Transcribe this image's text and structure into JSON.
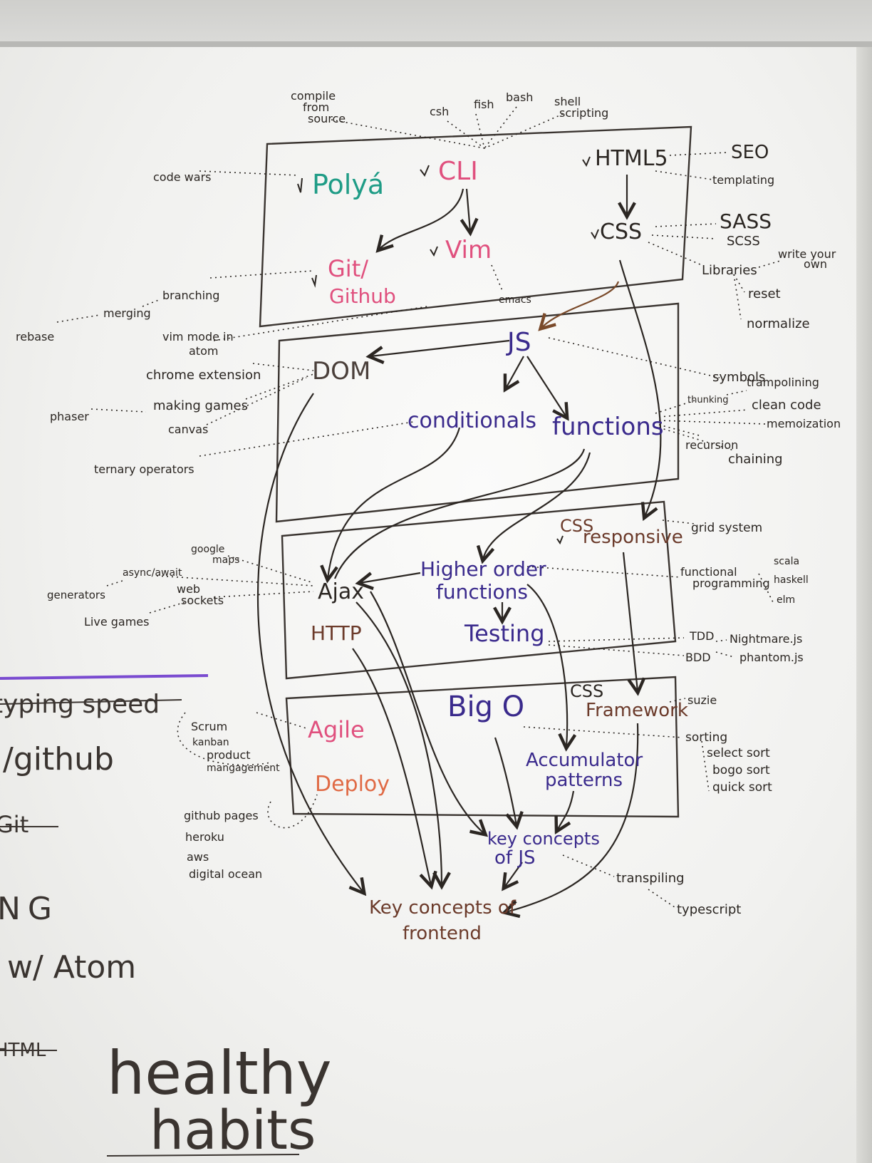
{
  "colors": {
    "ink_black": "#2b2622",
    "ink_teal": "#1f9c86",
    "ink_pink": "#e0507e",
    "ink_purple": "#3a2a8c",
    "ink_brown": "#6b3a2a",
    "ink_orange": "#e06a45",
    "ink_violet": "#7a4bd0"
  },
  "nodes": {
    "polya": "Polyá",
    "cli": "CLI",
    "html5": "HTML5",
    "css": "CSS",
    "git": "Git/",
    "github": "Github",
    "vim": "Vim",
    "js": "JS",
    "dom": "DOM",
    "conditionals": "conditionals",
    "functions": "functions",
    "css_responsive_css": "CSS",
    "css_responsive": "responsive",
    "ajax": "Ajax",
    "hof_line1": "Higher order",
    "hof_line2": "functions",
    "http": "HTTP",
    "testing": "Testing",
    "bigo": "Big O",
    "agile": "Agile",
    "deploy": "Deploy",
    "css_framework_css": "CSS",
    "css_framework": "Framework",
    "accumulator_line1": "Accumulator",
    "accumulator_line2": "patterns",
    "keyjs_line1": "key concepts",
    "keyjs_line2": "of JS",
    "keyfe_line1": "Key concepts of",
    "keyfe_line2": "frontend"
  },
  "notes": {
    "compile": [
      "compile",
      "from",
      "source"
    ],
    "csh": "csh",
    "fish": "fish",
    "bash": "bash",
    "shell": [
      "shell",
      "scripting"
    ],
    "seo": "SEO",
    "templating": "templating",
    "code_wars": "code wars",
    "sass": "SASS",
    "scss": "SCSS",
    "libraries": "Libraries",
    "write_own": [
      "write your",
      "own"
    ],
    "reset": "reset",
    "normalize": "normalize",
    "emacs": "emacs",
    "branching": "branching",
    "merging": "merging",
    "rebase": "rebase",
    "vim_mode": [
      "vim mode in",
      "atom"
    ],
    "chrome_ext": "chrome extension",
    "phaser": "phaser",
    "making_games": "making games",
    "canvas": "canvas",
    "ternary": "ternary operators",
    "symbols": "symbols",
    "thunking": "thunking",
    "trampolining": "trampolining",
    "clean_code": "clean code",
    "memoization": "memoization",
    "recursion": "recursion",
    "chaining": "chaining",
    "grid_system": "grid system",
    "google_maps": [
      "google",
      "maps"
    ],
    "async_await": "async/await",
    "generators": "generators",
    "web_sockets": [
      "web",
      "sockets"
    ],
    "live_games": "Live games",
    "functional": [
      "functional",
      "programming"
    ],
    "scala": "scala",
    "haskell": "haskell",
    "elm": "elm",
    "tdd": "TDD",
    "bdd": "BDD",
    "nightmare": "Nightmare.js",
    "phantom": "phantom.js",
    "suzie": "suzie",
    "sorting": "sorting",
    "select_sort": "select sort",
    "bogo_sort": "bogo sort",
    "quick_sort": "quick sort",
    "scrum": "Scrum",
    "kanban": "kanban",
    "product_mgmt": [
      "product",
      "mangagement"
    ],
    "github_pages": "github pages",
    "heroku": "heroku",
    "aws": "aws",
    "digital_ocean": "digital ocean",
    "transpiling": "transpiling",
    "typescript": "typescript"
  },
  "left_side": {
    "typing_speed": "typing speed",
    "github": "/github",
    "git": "Git",
    "ng": "NG",
    "atom": "w/ Atom",
    "html": "HTML",
    "healthy": "healthy",
    "habits": "habits"
  }
}
